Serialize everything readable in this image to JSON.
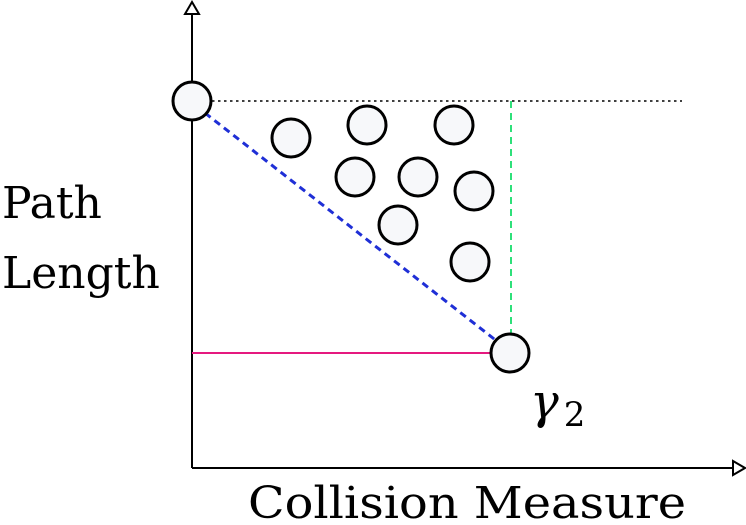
{
  "axes": {
    "y_label_lines": [
      "Path",
      "Length"
    ],
    "x_label": "Collision Measure"
  },
  "point_labels": {
    "gamma2": {
      "symbol": "γ",
      "subscript": "2"
    }
  },
  "colors": {
    "axis": "#000000",
    "node_fill": "#f7f8fa",
    "top_dotted": "#000000",
    "diagonal_dashed": "#1f2fd6",
    "vertical_dashed": "#2ee07a",
    "bottom_line": "#e5197f"
  }
}
